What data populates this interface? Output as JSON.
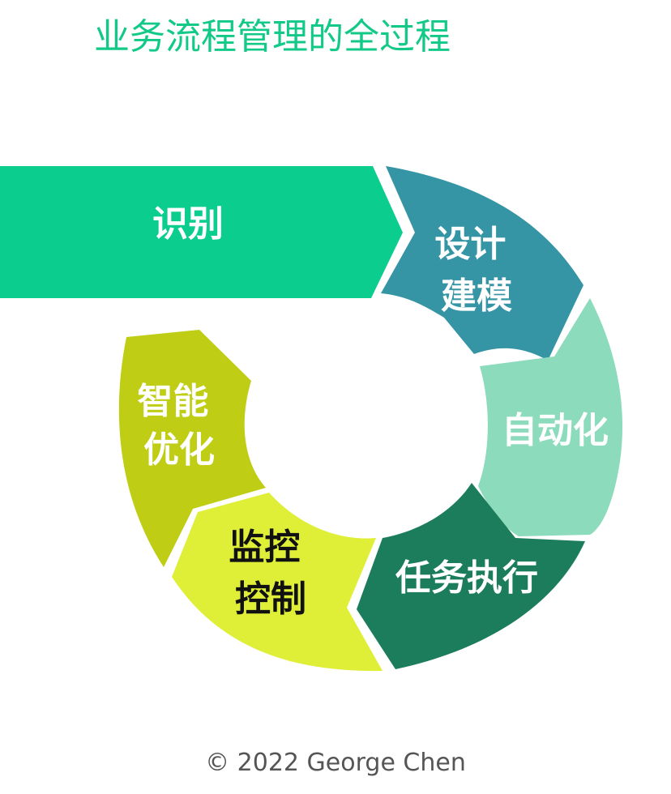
{
  "title": "业务流程管理的全过程",
  "footer": "© 2022 George Chen",
  "stages": [
    {
      "lines": [
        "识别"
      ],
      "color": "#0bcd8e",
      "text_color": "#ffffff"
    },
    {
      "lines": [
        "设计",
        "建模"
      ],
      "color": "#3595a5",
      "text_color": "#ffffff"
    },
    {
      "lines": [
        "自动化"
      ],
      "color": "#8ddbbd",
      "text_color": "#ffffff"
    },
    {
      "lines": [
        "任务执行"
      ],
      "color": "#1b7d5b",
      "text_color": "#ffffff"
    },
    {
      "lines": [
        "监控",
        "控制"
      ],
      "color": "#dfef37",
      "text_color": "#111111"
    },
    {
      "lines": [
        "智能",
        "优化"
      ],
      "color": "#bfcd14",
      "text_color": "#ffffff"
    }
  ]
}
